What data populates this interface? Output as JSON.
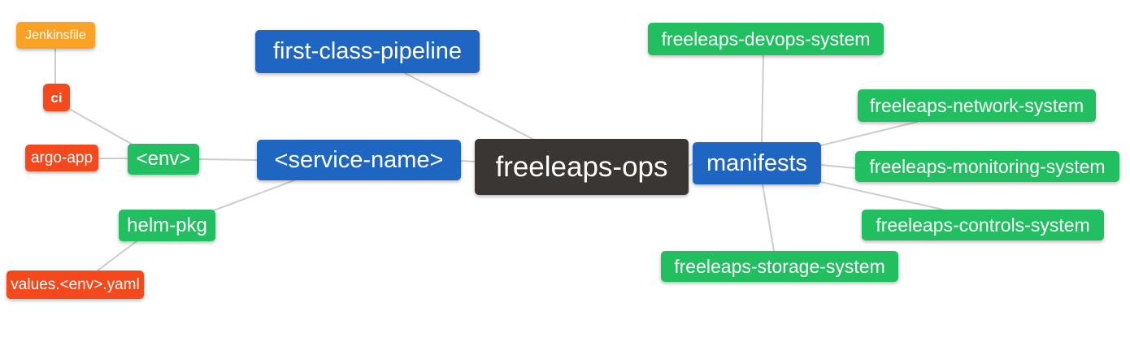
{
  "diagram": {
    "type": "mindmap",
    "root": "freeleaps-ops"
  },
  "palette": {
    "root_dark": "#3a3633",
    "branch_blue": "#1f66c2",
    "leaf_green": "#21bf60",
    "leaf_red": "#f4491c",
    "leaf_orange": "#f9a226",
    "edge_gray": "#cccccc",
    "node_text": "#ffffff",
    "background": "#ffffff"
  },
  "nodes": {
    "freeleaps_ops": {
      "label": "freeleaps-ops",
      "color": "dark"
    },
    "first_class_pipeline": {
      "label": "first-class-pipeline",
      "color": "blue"
    },
    "service_name": {
      "label": "<service-name>",
      "color": "blue"
    },
    "manifests": {
      "label": "manifests",
      "color": "blue"
    },
    "env": {
      "label": "<env>",
      "color": "green"
    },
    "helm_pkg": {
      "label": "helm-pkg",
      "color": "green"
    },
    "ci": {
      "label": "ci",
      "color": "red"
    },
    "argo_app": {
      "label": "argo-app",
      "color": "red"
    },
    "jenkinsfile": {
      "label": "Jenkinsfile",
      "color": "orange"
    },
    "values_env_yaml": {
      "label": "values.<env>.yaml",
      "color": "red"
    },
    "devops_system": {
      "label": "freeleaps-devops-system",
      "color": "green"
    },
    "network_system": {
      "label": "freeleaps-network-system",
      "color": "green"
    },
    "monitoring_system": {
      "label": "freeleaps-monitoring-system",
      "color": "green"
    },
    "controls_system": {
      "label": "freeleaps-controls-system",
      "color": "green"
    },
    "storage_system": {
      "label": "freeleaps-storage-system",
      "color": "green"
    }
  },
  "edges": [
    {
      "from": "freeleaps_ops",
      "to": "first_class_pipeline"
    },
    {
      "from": "freeleaps_ops",
      "to": "service_name"
    },
    {
      "from": "freeleaps_ops",
      "to": "manifests"
    },
    {
      "from": "service_name",
      "to": "env"
    },
    {
      "from": "service_name",
      "to": "helm_pkg"
    },
    {
      "from": "env",
      "to": "argo_app"
    },
    {
      "from": "env",
      "to": "ci"
    },
    {
      "from": "ci",
      "to": "jenkinsfile"
    },
    {
      "from": "helm_pkg",
      "to": "values_env_yaml"
    },
    {
      "from": "manifests",
      "to": "devops_system"
    },
    {
      "from": "manifests",
      "to": "network_system"
    },
    {
      "from": "manifests",
      "to": "monitoring_system"
    },
    {
      "from": "manifests",
      "to": "controls_system"
    },
    {
      "from": "manifests",
      "to": "storage_system"
    }
  ]
}
